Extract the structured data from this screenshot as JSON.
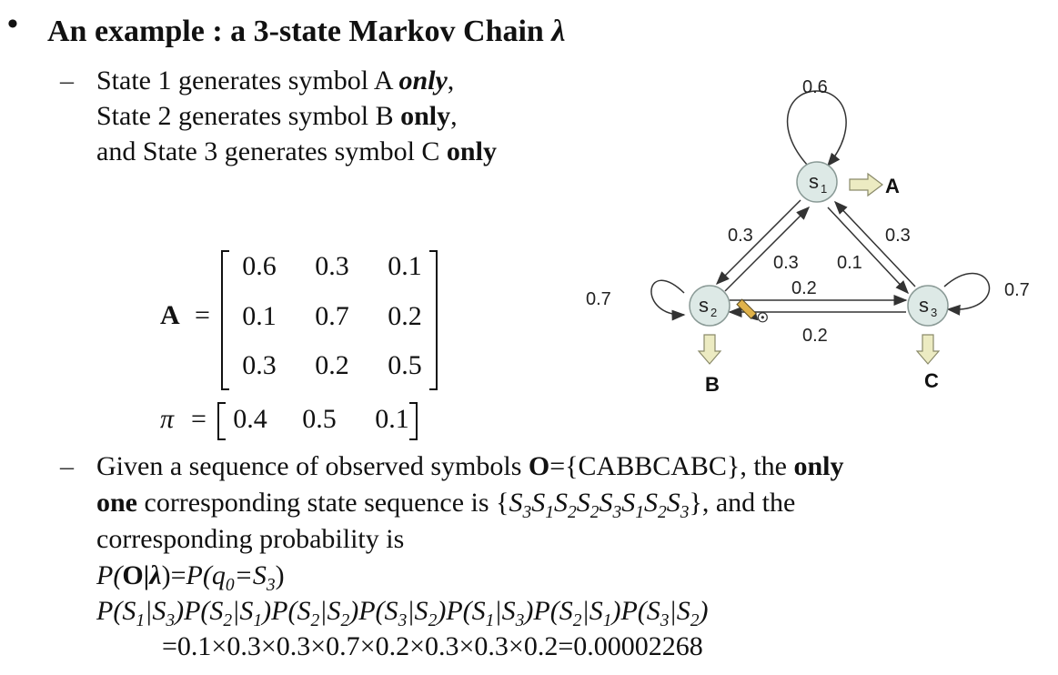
{
  "heading": {
    "bullet": "•",
    "title": "An example : a 3-state Markov Chain",
    "lambda": "λ"
  },
  "point1": {
    "dash": "–",
    "line1_prefix": "State 1 generates symbol A ",
    "line1_bold": "only",
    "line1_suffix": ",",
    "line2_prefix": "State 2 generates symbol B ",
    "line2_bold": "only",
    "line2_suffix": ",",
    "line3_prefix": "and State 3 generates symbol C ",
    "line3_bold": "only"
  },
  "matrix_A": {
    "label": "A",
    "equals": "=",
    "rows": [
      [
        "0.6",
        "0.3",
        "0.1"
      ],
      [
        "0.1",
        "0.7",
        "0.2"
      ],
      [
        "0.3",
        "0.2",
        "0.5"
      ]
    ]
  },
  "vector_pi": {
    "label": "π",
    "equals": "=",
    "values": [
      "0.4",
      "0.5",
      "0.1"
    ]
  },
  "diagram": {
    "states": [
      {
        "name": "s",
        "sub": "1",
        "symbol": "A",
        "self_loop": "0.6"
      },
      {
        "name": "s",
        "sub": "2",
        "symbol": "B",
        "self_loop": "0.7"
      },
      {
        "name": "s",
        "sub": "3",
        "symbol": "C",
        "self_loop": "0.7"
      }
    ],
    "edge_labels": {
      "s1_to_s2_outer": "0.3",
      "s2_to_s1_inner": "0.3",
      "s3_to_s1_outer": "0.3",
      "s1_to_s3_inner": "0.1",
      "s2_to_s3_top": "0.2",
      "s3_to_s2_bottom": "0.2"
    },
    "colors": {
      "state_fill": "#dde9e6",
      "arrow_fill": "#ecebc2",
      "arrow_stroke": "#8a8a6a"
    }
  },
  "point2": {
    "dash": "–",
    "l1_a": "Given a sequence of observed symbols ",
    "l1_O": "O",
    "l1_b": "={CABBCABC}, the ",
    "l1_only": "only",
    "l2_one": "one",
    "l2_a": " corresponding state sequence is {",
    "l2_seq": [
      [
        "3"
      ],
      [
        "1"
      ],
      [
        "2"
      ],
      [
        "2"
      ],
      [
        "3"
      ],
      [
        "1"
      ],
      [
        "2"
      ],
      [
        "3"
      ]
    ],
    "l2_seq_letter": "S",
    "l2_b": "}, and the",
    "l3": "corresponding probability is",
    "l4_P": "P(",
    "l4_O": "O",
    "l4_bar": "|",
    "l4_lambda": "λ",
    "l4_rest1": ")=",
    "l4_rest2": "P(q",
    "l4_q_sub": "0",
    "l4_rest3": "=S",
    "l4_s_sub": "3",
    "l4_rest4": ")",
    "l5_terms": [
      [
        "1",
        "3"
      ],
      [
        "2",
        "1"
      ],
      [
        "2",
        "2"
      ],
      [
        "3",
        "2"
      ],
      [
        "1",
        "3"
      ],
      [
        "2",
        "1"
      ],
      [
        "3",
        "2"
      ]
    ],
    "l6": "=0.1×0.3×0.3×0.7×0.2×0.3×0.3×0.2=0.00002268"
  }
}
